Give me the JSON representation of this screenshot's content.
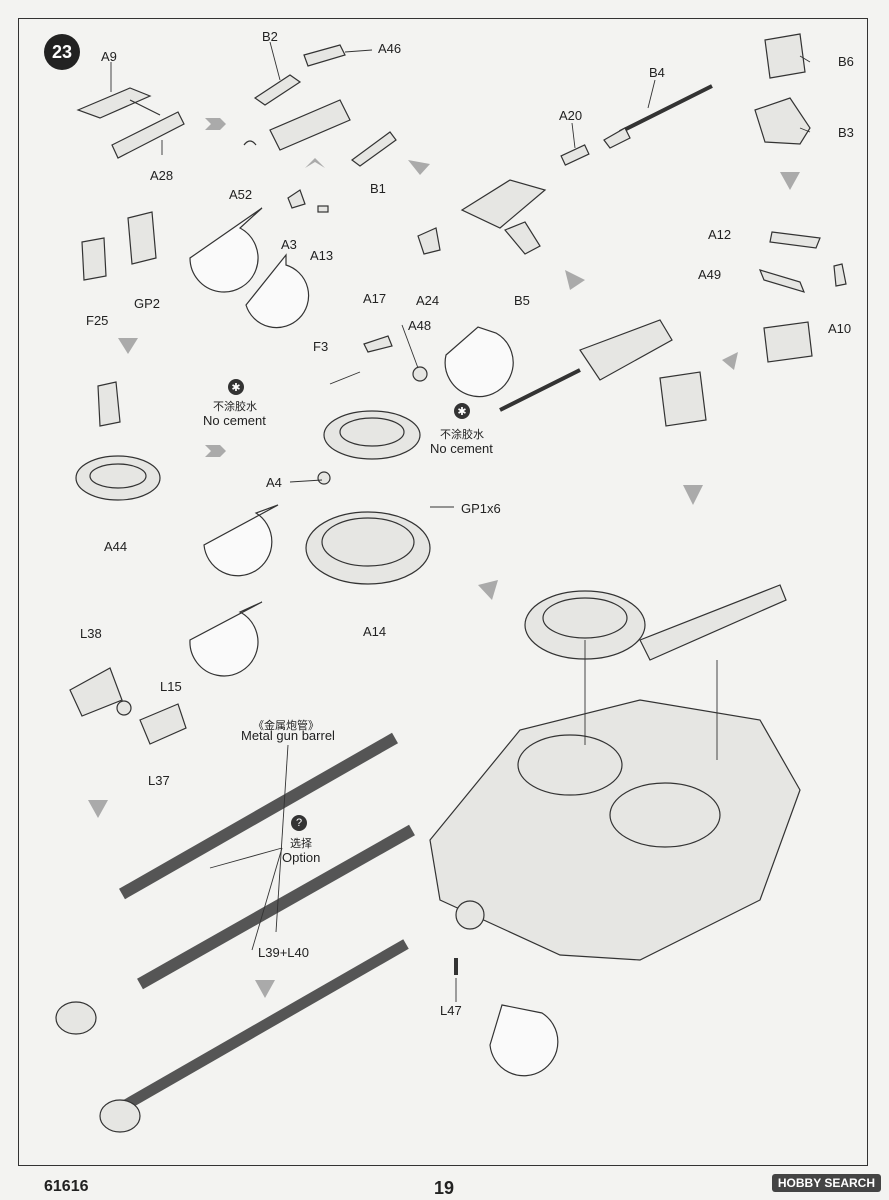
{
  "step": {
    "number": "23"
  },
  "parts": {
    "A9": "A9",
    "A28": "A28",
    "B2": "B2",
    "A46": "A46",
    "A52": "A52",
    "B1": "B1",
    "B4": "B4",
    "A20": "A20",
    "B6": "B6",
    "B3": "B3",
    "A3": "A3",
    "A13": "A13",
    "A24": "A24",
    "B5": "B5",
    "GP2": "GP2",
    "F25": "F25",
    "A12": "A12",
    "A49": "A49",
    "A10": "A10",
    "A17": "A17",
    "A48": "A48",
    "F3": "F3",
    "A4": "A4",
    "GP1x6": "GP1x6",
    "A44": "A44",
    "A14": "A14",
    "L38": "L38",
    "L15": "L15",
    "L37": "L37",
    "L39L40": "L39+L40",
    "L47": "L47"
  },
  "notes": {
    "no_cement_cn": "不涂胶水",
    "no_cement_en": "No cement",
    "metal_barrel_cn": "《金属炮管》",
    "metal_barrel_en": "Metal gun barrel",
    "option_cn": "选择",
    "option_en": "Option"
  },
  "footer": {
    "product_code": "61616",
    "page_number": "19",
    "watermark": "HOBBY SEARCH"
  }
}
